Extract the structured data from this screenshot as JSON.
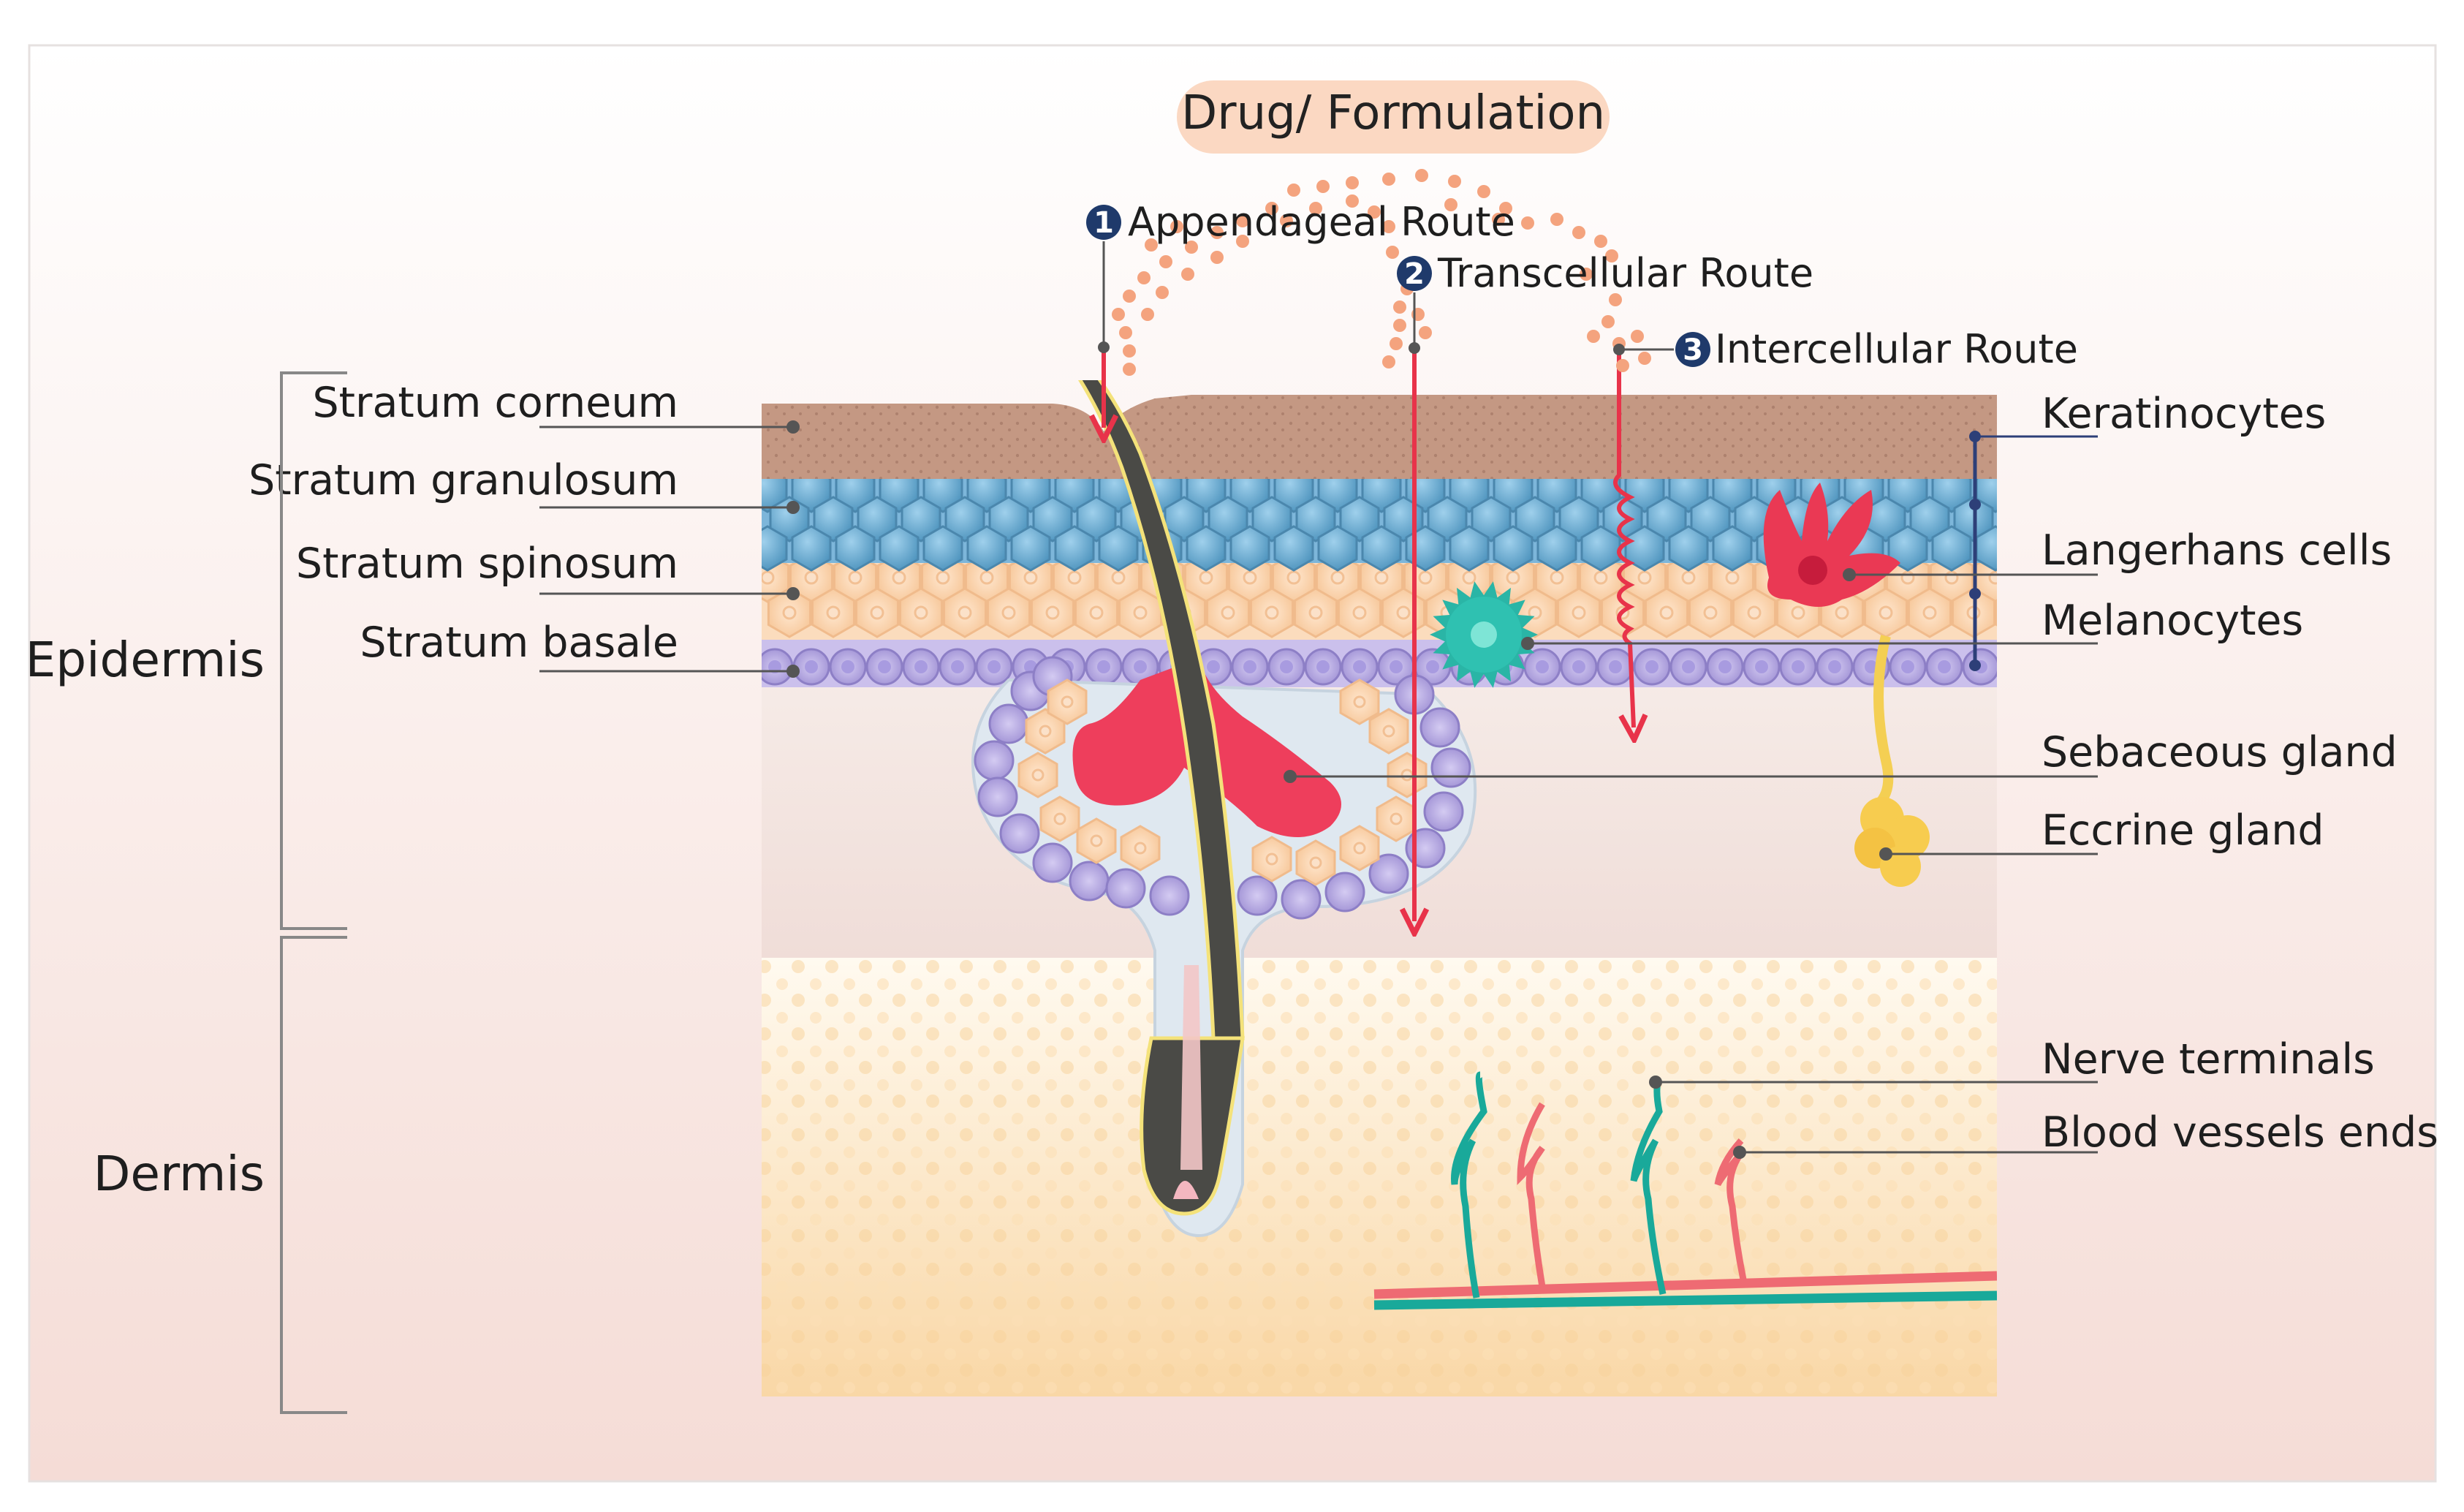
{
  "title": "Drug/ Formulation",
  "routes": [
    {
      "number": "1",
      "label": "Appendageal Route"
    },
    {
      "number": "2",
      "label": "Transcellular Route"
    },
    {
      "number": "3",
      "label": "Intercellular Route"
    }
  ],
  "layers_left": {
    "stratum_corneum": "Stratum corneum",
    "stratum_granulosum": "Stratum granulosum",
    "stratum_spinosum": "Stratum spinosum",
    "stratum_basale": "Stratum basale"
  },
  "regions": {
    "epidermis": "Epidermis",
    "dermis": "Dermis"
  },
  "structures_right": {
    "keratinocytes": "Keratinocytes",
    "langerhans": "Langerhans cells",
    "melanocytes": "Melanocytes",
    "sebaceous": "Sebaceous gland",
    "eccrine": "Eccrine gland",
    "nerve": "Nerve terminals",
    "blood": "Blood vessels ends"
  },
  "colors": {
    "corneum": "#c49883",
    "granulosum": "#6aaed4",
    "spinosum": "#f8cfa9",
    "basale": "#b3a6df",
    "route_arrow": "#e8334a",
    "badge": "#1f3a6b",
    "dermis": "#fbe3c2",
    "title_bubble": "#fbd8c2"
  }
}
